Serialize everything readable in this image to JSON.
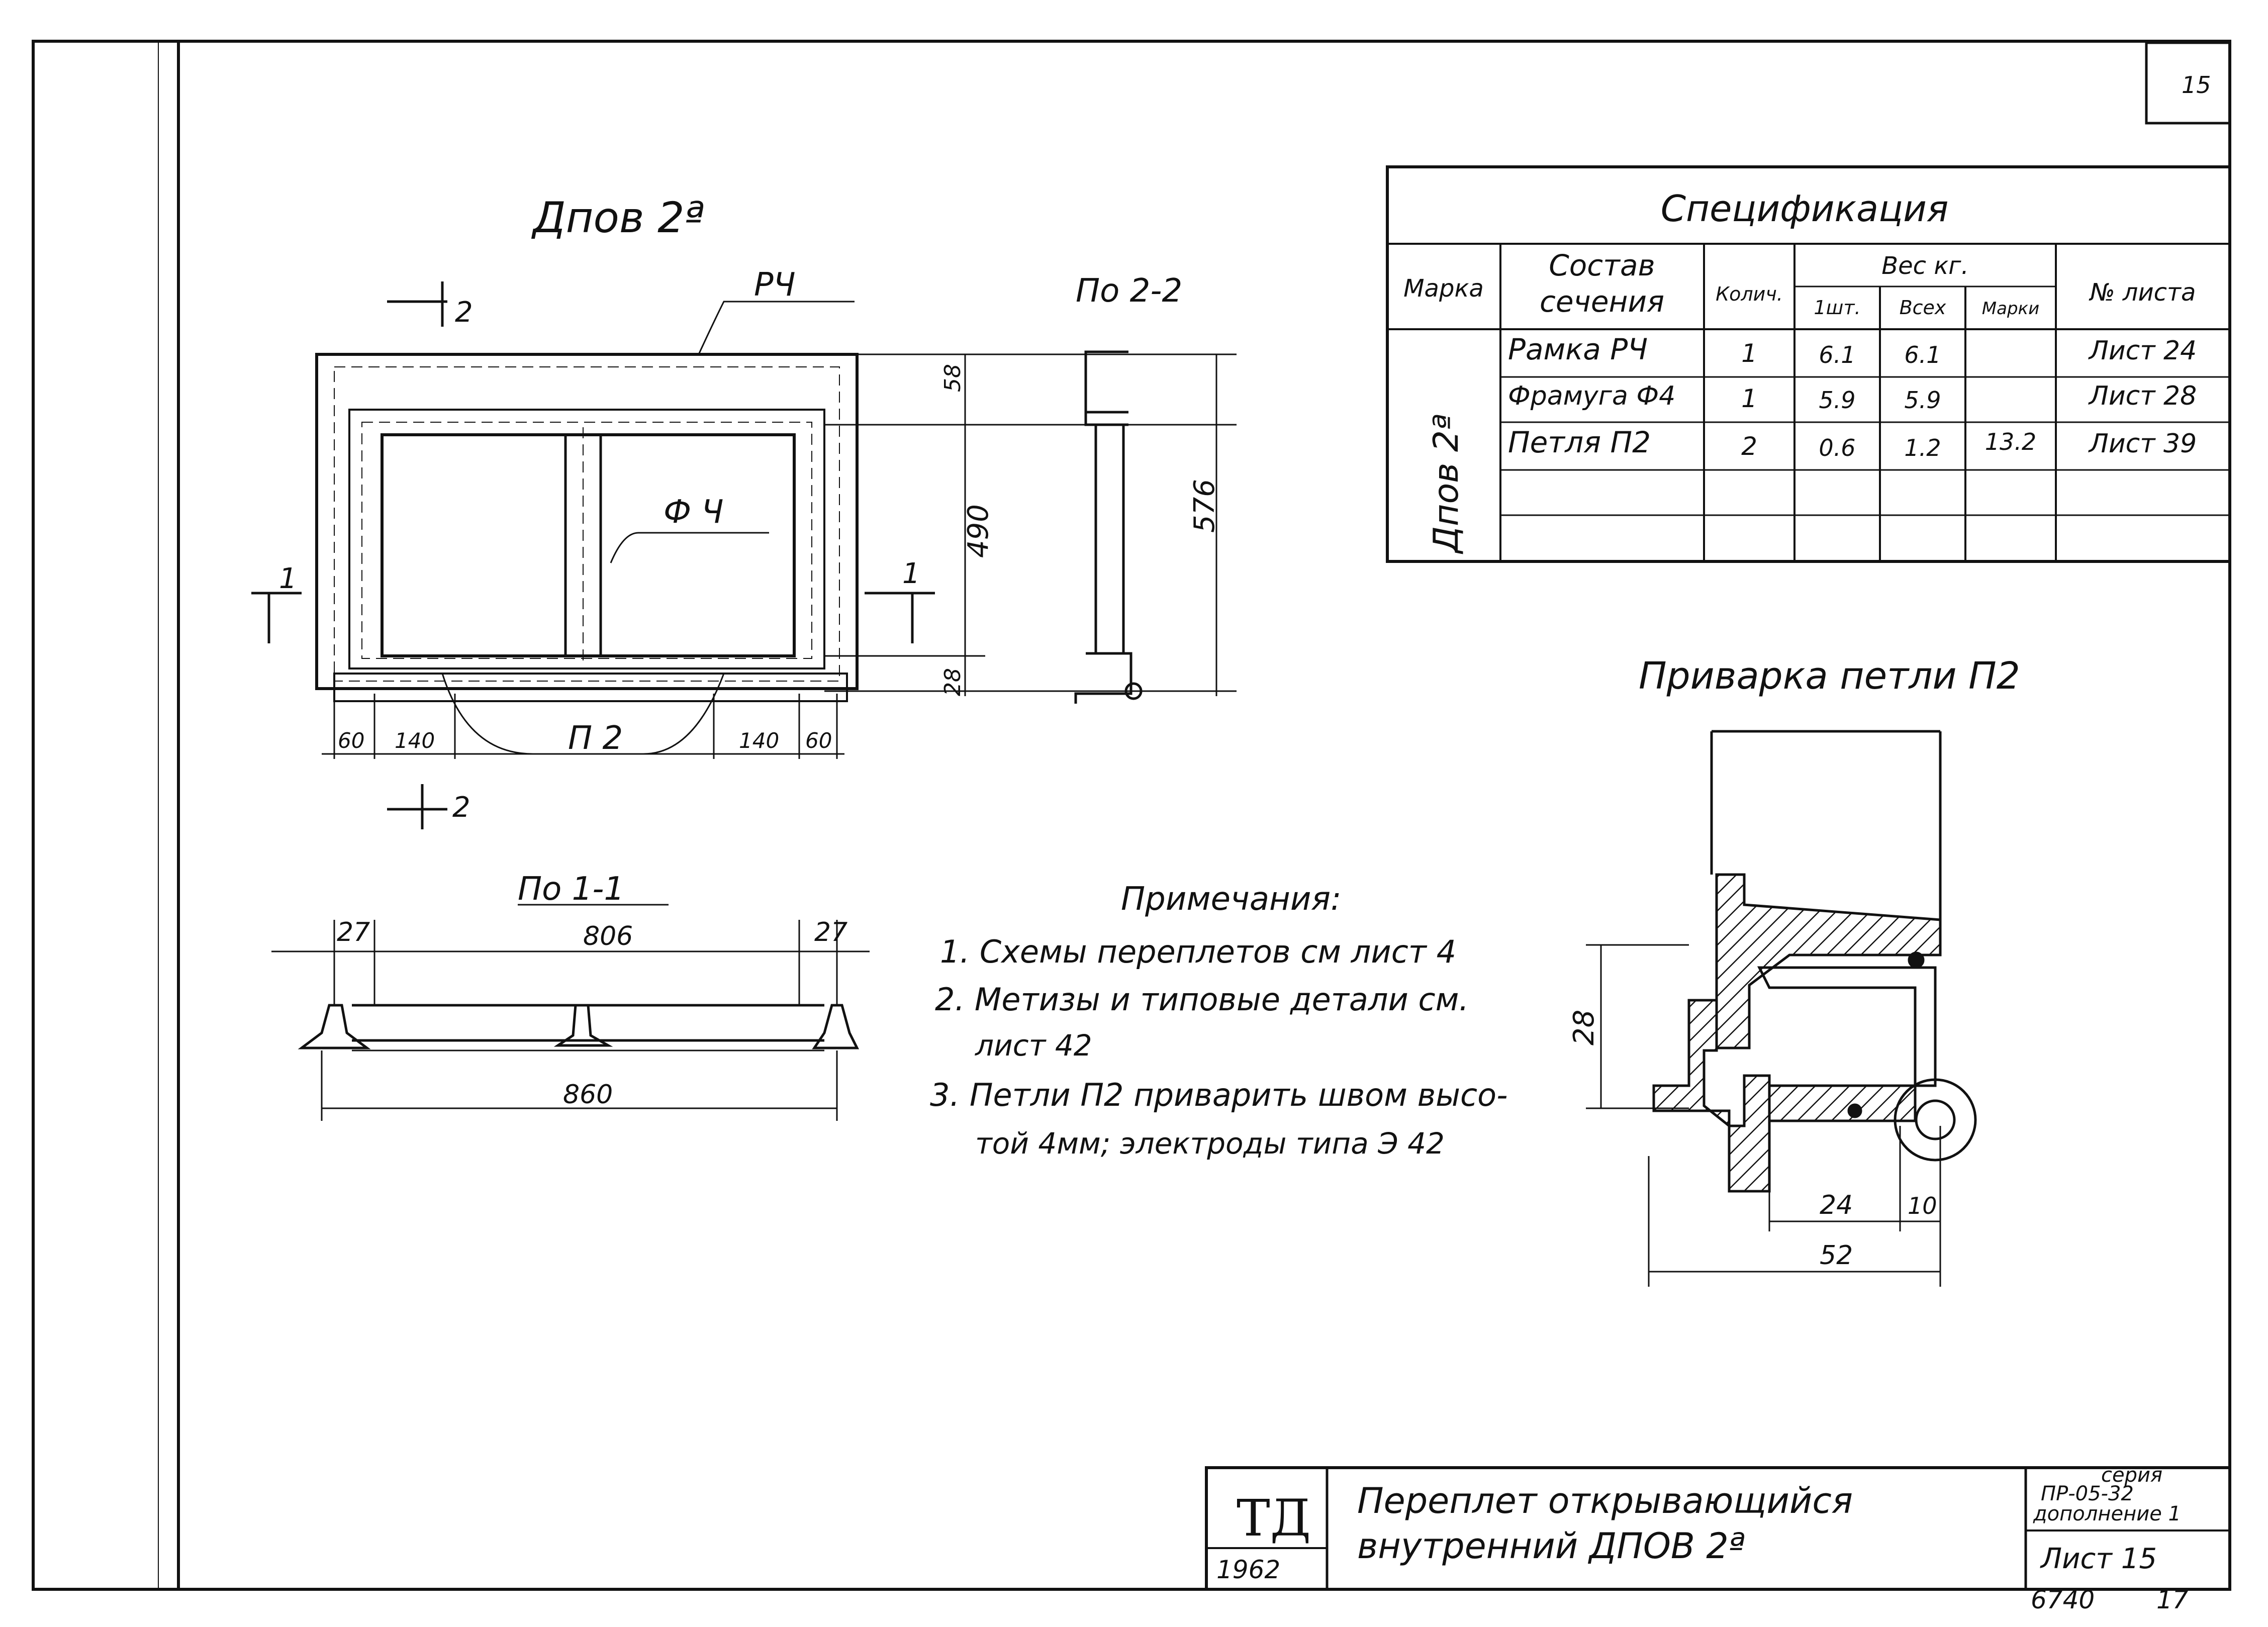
{
  "sheet": {
    "number": "15"
  },
  "main_view": {
    "title": "Дпов 2ª",
    "label_frame": "РЧ",
    "label_transom": "Ф Ч",
    "label_hinge": "П 2",
    "section_marks": {
      "two_top": "2",
      "two_bottom": "2",
      "one_left": "1",
      "one_right": "1"
    },
    "dims_right": {
      "top": "58",
      "middle": "490",
      "bottom": "28",
      "total": "576"
    },
    "dims_bottom": {
      "left_edge": "60",
      "left_gap": "140",
      "right_gap": "140",
      "right_edge": "60"
    }
  },
  "section_2_2": {
    "title": "По 2-2"
  },
  "section_1_1": {
    "title": "По 1-1",
    "dim_left": "27",
    "dim_middle": "806",
    "dim_right": "27",
    "dim_total": "860"
  },
  "spec_table": {
    "title": "Спецификация",
    "headers": {
      "mark": "Марка",
      "composition_line1": "Состав",
      "composition_line2": "сечения",
      "qty": "Колич.",
      "weight": "Вес кг.",
      "weight_unit": "1шт.",
      "weight_total": "Всех",
      "weight_mark": "Марки",
      "sheet_no": "№ листа"
    },
    "mark_value": "Дпов 2ª",
    "mark_weight": "13.2",
    "rows": [
      {
        "name": "Рамка РЧ",
        "qty": "1",
        "unit": "6.1",
        "total": "6.1",
        "sheet": "Лист 24"
      },
      {
        "name": "Фрамуга Ф4",
        "qty": "1",
        "unit": "5.9",
        "total": "5.9",
        "sheet": "Лист 28"
      },
      {
        "name": "Петля П2",
        "qty": "2",
        "unit": "0.6",
        "total": "1.2",
        "sheet": "Лист 39"
      }
    ]
  },
  "weld_detail": {
    "title": "Приварка петли П2",
    "dim_height": "28",
    "dim_a": "24",
    "dim_b": "10",
    "dim_total": "52"
  },
  "notes": {
    "title": "Примечания:",
    "lines": [
      "1. Схемы переплетов см лист 4",
      "2. Метизы и типовые детали см.",
      "лист 42",
      "3. Петли П2 приварить швом высо-",
      "той 4мм; электроды типа Э 42"
    ]
  },
  "title_block": {
    "logo": "ТД",
    "year": "1962",
    "title_line1": "Переплет открывающийся",
    "title_line2": "внутренний ДПОВ 2ª",
    "series_label": "серия",
    "series_code": "ПР-05-32",
    "supplement": "дополнение 1",
    "sheet_label": "Лист 15",
    "archive_no": "6740",
    "archive_sheet": "17"
  }
}
